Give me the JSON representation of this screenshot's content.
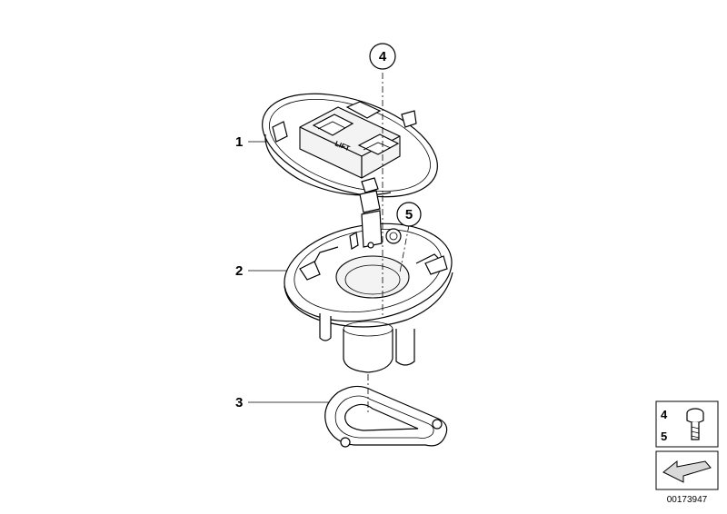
{
  "callouts": [
    {
      "id": "1",
      "text": "1"
    },
    {
      "id": "2",
      "text": "2"
    },
    {
      "id": "3",
      "text": "3"
    },
    {
      "id": "4",
      "text": "4"
    },
    {
      "id": "5",
      "text": "5"
    }
  ],
  "cap_marking": "LIFT",
  "legend_box": {
    "label_top": "4",
    "label_bottom": "5",
    "icon": "screw-icon"
  },
  "nav_arrow_icon": "arrow-down-left-icon",
  "diagram_number": "00173947"
}
